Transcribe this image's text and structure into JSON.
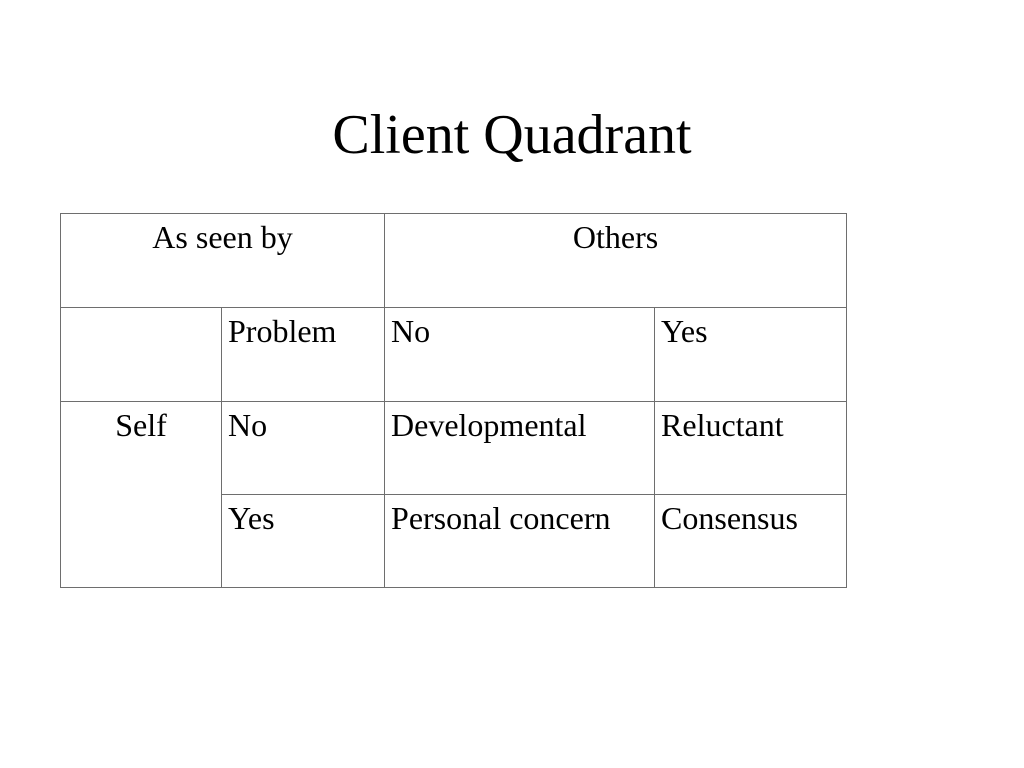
{
  "slide": {
    "title": "Client Quadrant"
  },
  "table": {
    "header": {
      "as_seen_by": "As seen by",
      "others": "Others"
    },
    "subheader": {
      "corner": "",
      "problem": "Problem",
      "others_no": "No",
      "others_yes": "Yes"
    },
    "self_label": "Self",
    "rows": [
      {
        "self_answer": "No",
        "others_no": "Developmental",
        "others_yes": "Reluctant"
      },
      {
        "self_answer": "Yes",
        "others_no": "Personal concern",
        "others_yes": "Consensus"
      }
    ]
  }
}
